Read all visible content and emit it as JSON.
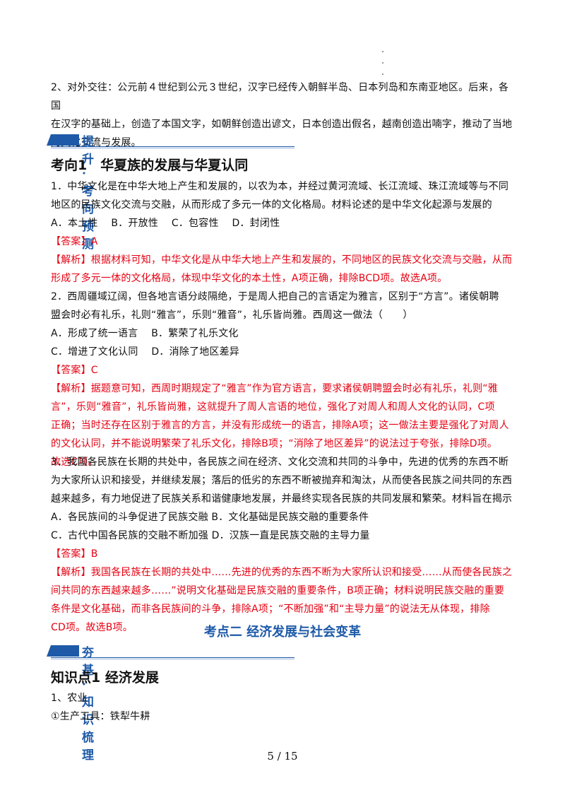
{
  "intro": {
    "line1": "2、对外交往：公元前４世纪到公元３世纪，汉字已经传入朝鲜半岛、日本列岛和东南亚地区。后来，各国",
    "line2": "在汉字的基础上，创造了本国文字，如朝鲜创造出谚文，日本创造出假名，越南创造出喃字，推动了当地",
    "line3": "的文化交流与发展。"
  },
  "section_bar_1": "提升·考向预测",
  "kaoxiang1_title": "考向1　华夏族的发展与华夏认同",
  "q1": {
    "line1": "1．中华文化是在中华大地上产生和发展的，以农为本，并经过黄河流域、长江流域、珠江流域等与不同",
    "line2": "地区的民族文化交流与交融，从而形成了多元一体的文化格局。材料论述的是中华文化起源与发展的",
    "options": "A．本土性　 B．开放性　 C．包容性　 D．封闭性",
    "answer": "【答案】A",
    "analysis_line1": "【解析】根据材料可知，中华文化是从中华大地上产生和发展的，不同地区的民族文化交流与交融，从而",
    "analysis_line2": "形成了多元一体的文化格局，体现中华文化的本土性，A项正确，排除BCD项。故选A项。"
  },
  "q2": {
    "line1": "2．西周疆域辽阔，但各地言语分歧隔绝，于是周人把自己的言语定为雅言，区别于“方言”。诸侯朝聘",
    "line2": "盟会时必有礼乐，礼则“雅言”，乐则“雅音”，礼乐皆尚雅。西周这一做法（　　）",
    "option_ab": "A．形成了统一语言　 B．繁荣了礼乐文化",
    "option_cd": "C．增进了文化认同　 D．消除了地区差异",
    "answer": "【答案】C",
    "analysis_line1": "【解析】据题意可知，西周时期规定了“雅言”作为官方语言，要求诸侯朝聘盟会时必有礼乐，礼则“雅",
    "analysis_line2": "言”，乐则“雅音”，礼乐皆尚雅，这就提升了周人言语的地位，强化了对周人和周人文化的认同，C项",
    "analysis_line3": "正确；当时还存在区别于雅言的方言，并没有形成统一的语言，排除A项；这一做法主要是强化了对周人",
    "analysis_line4": "的文化认同，并不能说明繁荣了礼乐文化，排除B项；“消除了地区差异”的说法过于夸张，排除D项。",
    "analysis_line5": "故选C项。"
  },
  "q3": {
    "line1": "3．我国各民族在长期的共处中，各民族之间在经济、文化交流和共同的斗争中，先进的优秀的东西不断",
    "line2": "为大家所认识和接受，并继续发展；落后的低劣的东西不断被抛弃和淘汰，从而使各民族之间共同的东西",
    "line3": "越来越多，有力地促进了民族关系和谐健康地发展，并最终实现各民族的共同发展和繁荣。材料旨在揭示",
    "option_ab": "A．各民族间的斗争促进了民族交融 B．文化基础是民族交融的重要条件",
    "option_cd": "C．古代中国各民族的交融不断加强 D．汉族一直是民族交融的主导力量",
    "answer": "【答案】B",
    "analysis_line1": "【解析】我国各民族在长期的共处中……先进的优秀的东西不断为大家所认识和接受……从而使各民族之",
    "analysis_line2": "间共同的东西越来越多……”说明文化基础是民族交融的重要条件，B项正确；材料说明民族交融的重要",
    "analysis_line3": "条件是文化基础，而非各民族间的斗争，排除A项；“不断加强”和“主导力量”的说法无从体现，排除",
    "analysis_line4": "CD项。故选B项。"
  },
  "kaodian2_title": "考点二 经济发展与社会变革",
  "section_bar_2": "夯基·知识梳理",
  "zhishi1_title": "知识点1 经济发展",
  "agri": {
    "line1": "1、农业",
    "line2": "①生产工具：铁犁牛耕"
  },
  "page_number": "5 / 15",
  "colors": {
    "accent_blue": "#1e5aa8",
    "answer_red": "#e60012"
  }
}
